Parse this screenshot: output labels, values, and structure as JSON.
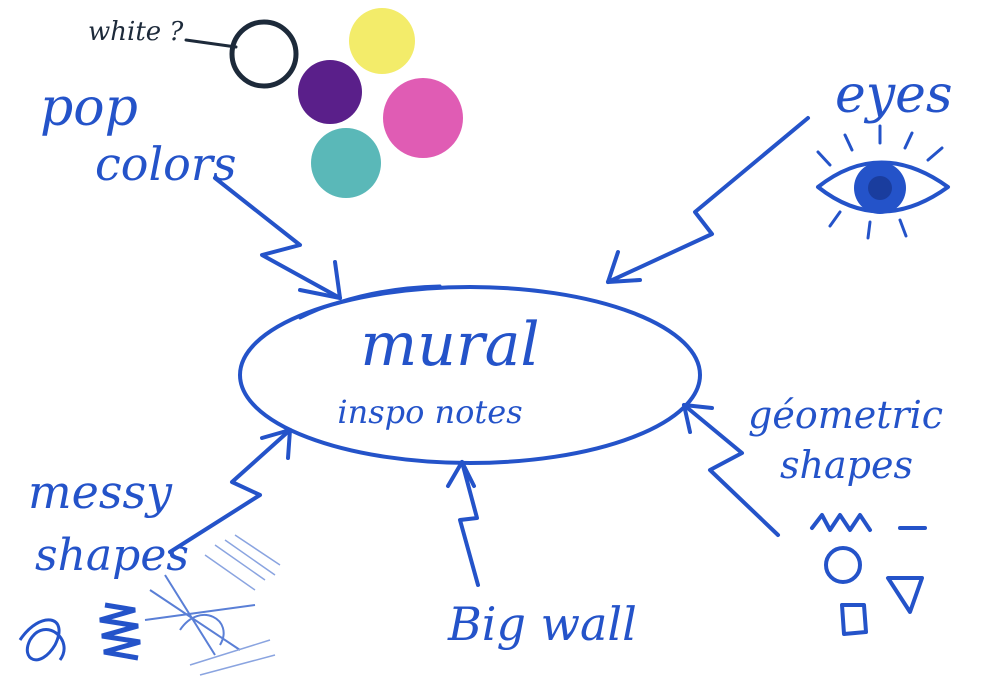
{
  "center": {
    "title": "mural",
    "subtitle": "inspo notes"
  },
  "nodes": {
    "pop_colors": {
      "line1": "pop",
      "line2": "colors"
    },
    "white_note": "white ?",
    "eyes": "eyes",
    "messy_shapes": {
      "line1": "messy",
      "line2": "shapes"
    },
    "big_wall": "Big wall",
    "geometric_shapes": {
      "line1": "géometric",
      "line2": "shapes"
    }
  },
  "colors": {
    "ink": "#2453c9",
    "swatches": [
      "#f3ec6a",
      "#5a1f8a",
      "#e05cb4",
      "#5ab8b8"
    ],
    "white_outline": "#1d2a3a"
  }
}
